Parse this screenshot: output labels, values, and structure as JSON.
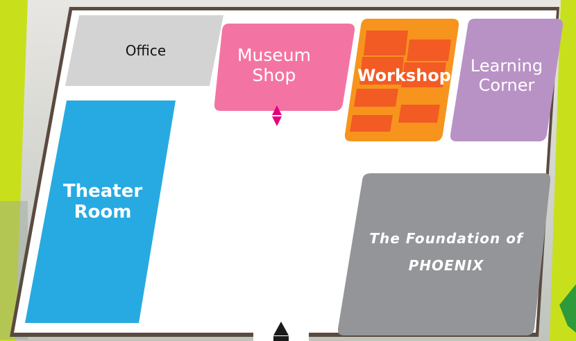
{
  "map": {
    "rooms": [
      {
        "id": "office",
        "lines": [
          "Office"
        ],
        "color": "#d3d3d3"
      },
      {
        "id": "museum-shop",
        "lines": [
          "Museum",
          "Shop"
        ],
        "color": "#f374a2"
      },
      {
        "id": "workshop",
        "lines": [
          "Workshop"
        ],
        "color": "#f7941d",
        "tile_color": "#f25b24"
      },
      {
        "id": "learning-corner",
        "lines": [
          "Learning",
          "Corner"
        ],
        "color": "#b992c5"
      },
      {
        "id": "theater-room",
        "lines": [
          "Theater",
          "Room"
        ],
        "color": "#27aae1"
      },
      {
        "id": "phoenix",
        "lines": [
          "The Foundation of",
          "PHOENIX"
        ],
        "color": "#939598"
      }
    ],
    "colors": {
      "floor": "#ffffff",
      "wall": "#5a4a3f",
      "accent_green": "#c8e01c",
      "door_marker": "#e6007e",
      "entrance_marker": "#1a1a1a"
    }
  }
}
